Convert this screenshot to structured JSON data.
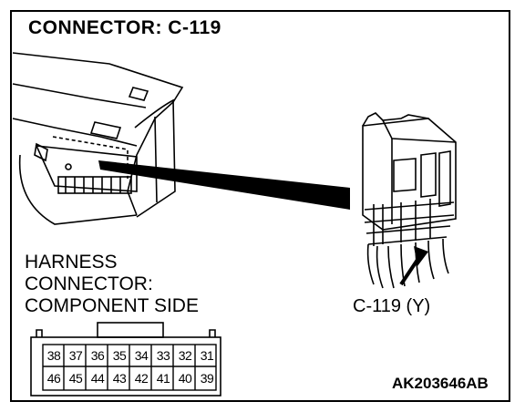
{
  "title": "CONNECTOR: C-119",
  "harness_label": {
    "line1": "HARNESS",
    "line2": "CONNECTOR:",
    "line3": "COMPONENT SIDE"
  },
  "connector_callout": "C-119 (Y)",
  "figure_code": "AK203646AB",
  "pins": {
    "top_row": [
      "38",
      "37",
      "36",
      "35",
      "34",
      "33",
      "32",
      "31"
    ],
    "bottom_row": [
      "46",
      "45",
      "44",
      "43",
      "42",
      "41",
      "40",
      "39"
    ]
  }
}
